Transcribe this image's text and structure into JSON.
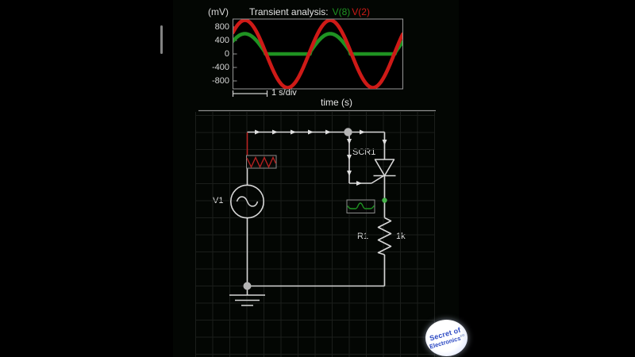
{
  "colors": {
    "text": "#e4e4e4",
    "tick_text": "#d6d6d6",
    "trace_red": "#ce1a17",
    "trace_green": "#1f9322",
    "red_wire": "#b62121",
    "green_node": "#46b24a",
    "wire": "#d6d6d6",
    "node": "#b4b4b4",
    "grid": "#1b1e1b",
    "box_border": "#8c8c8c",
    "plot_border": "#979797",
    "boundary": "#8f8f8f",
    "scrollbar": "#838383",
    "watermark_blue": "#2c49c3"
  },
  "chart_data": {
    "type": "line",
    "title": "Transient analysis:",
    "ylabel": "(mV)",
    "xlabel": "time (s)",
    "x_scale_label": "1 s/div",
    "x_div_s": 1,
    "xlim_s": [
      0,
      4.98
    ],
    "ylim_mV": [
      -1040,
      1040
    ],
    "grid": false,
    "legend_position": "in-title",
    "ytick_labels": [
      "800",
      "400",
      "0",
      "-400",
      "-800"
    ],
    "ytick_values_mV": [
      800,
      400,
      0,
      -400,
      -800
    ],
    "series": [
      {
        "name": "V(8)",
        "color_key": "trace_green",
        "waveform": "half-wave-rectified-sine (SCR output across R1)",
        "amplitude_mV": 600,
        "period_s": 2.5,
        "peak_time_s": 0.35,
        "conduction_threshold_source_mV": 100,
        "sample_t_s": [
          0,
          0.25,
          0.5,
          0.75,
          1,
          1.25,
          1.5,
          1.75,
          2,
          2.25,
          2.5,
          2.75,
          3,
          3.25,
          3.5,
          3.75,
          4,
          4.25,
          4.5,
          4.75,
          5
        ],
        "sample_mV": [
          376,
          572,
          549,
          316,
          0,
          0,
          0,
          0,
          0,
          0,
          376,
          572,
          549,
          316,
          0,
          0,
          0,
          0,
          0,
          0,
          376
        ]
      },
      {
        "name": "V(2)",
        "color_key": "trace_red",
        "waveform": "sine (source node)",
        "amplitude_mV": 1000,
        "period_s": 2.5,
        "peak_time_s": 0.35,
        "sample_t_s": [
          0,
          0.25,
          0.5,
          0.75,
          1,
          1.25,
          1.5,
          1.75,
          2,
          2.25,
          2.5,
          2.75,
          3,
          3.25,
          3.5,
          3.75,
          4,
          4.25,
          4.5,
          4.75,
          5
        ],
        "sample_mV": [
          637,
          969,
          930,
          536,
          -63,
          -637,
          -969,
          -930,
          -536,
          63,
          637,
          969,
          930,
          536,
          -63,
          -637,
          -969,
          -930,
          -536,
          63,
          637
        ]
      }
    ]
  },
  "circuit": {
    "v1_label": "V1",
    "scr_label": "SCR1",
    "r1_label": "R1",
    "r1_value": "1k",
    "components": [
      "AC voltage source V1",
      "Thyristor SCR1",
      "Resistor R1 1k",
      "Ground"
    ]
  },
  "watermark": {
    "line1": "Secret of",
    "line2": "Electronics",
    "line2_suffix": "co"
  }
}
